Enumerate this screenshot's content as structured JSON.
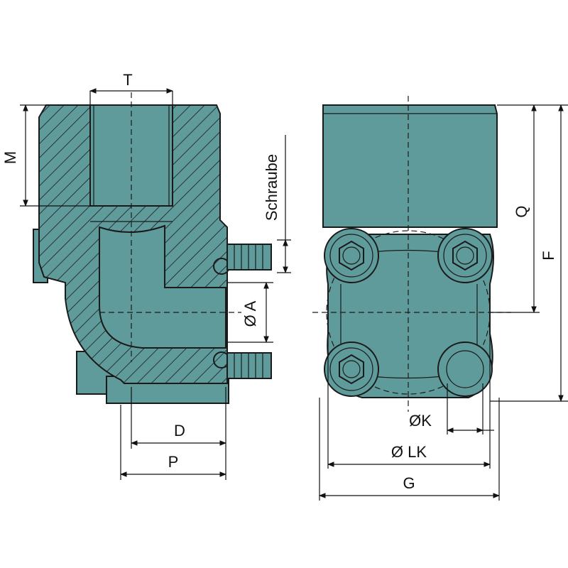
{
  "labels": {
    "T": "T",
    "M": "M",
    "schraube": "Schraube",
    "oa": "Ø A",
    "d": "D",
    "p": "P",
    "q": "Q",
    "f": "F",
    "ok": "ØK",
    "olk": "Ø LK",
    "g": "G"
  },
  "colors": {
    "body": "#5f9b9b",
    "hatch": "#1a1a1a",
    "line": "#111111",
    "background": "#ffffff"
  }
}
